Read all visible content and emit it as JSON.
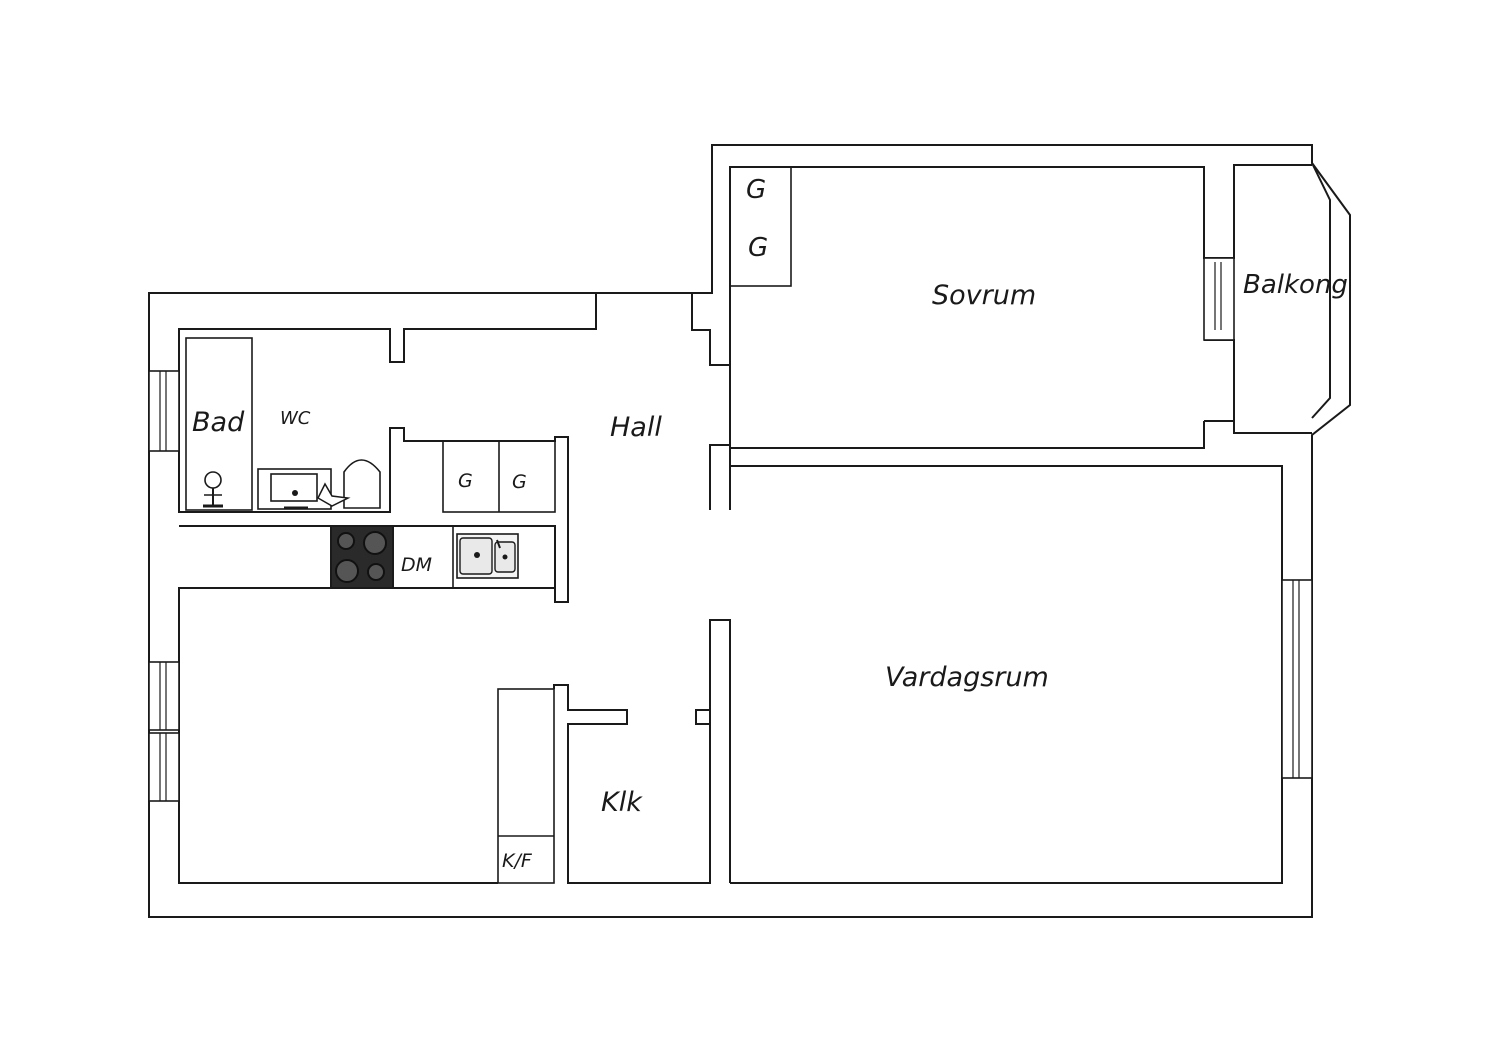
{
  "rooms": {
    "sovrum": "Sovrum",
    "balkong": "Balkong",
    "hall": "Hall",
    "bad": "Bad",
    "wc": "WC",
    "vardagsrum": "Vardagsrum",
    "klk": "Klk",
    "kf": "K/F",
    "dm": "DM",
    "g_wardrobe_1": "G",
    "g_wardrobe_2": "G",
    "g_hall_1": "G",
    "g_hall_2": "G"
  },
  "colors": {
    "line": "#1a1a1a",
    "stove": "#2a2a2a",
    "background": "#ffffff"
  }
}
